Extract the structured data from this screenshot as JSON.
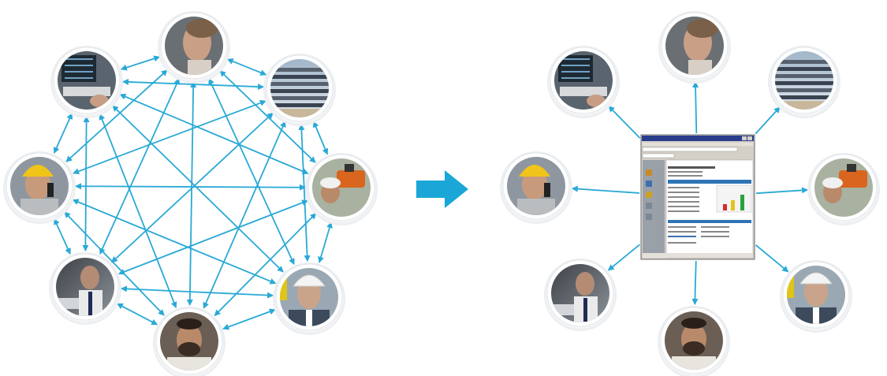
{
  "colors": {
    "arrow": "#29a9d6",
    "big_arrow": "#1aa7d8",
    "node_halo": "#f2f4f6",
    "node_ring": "#e3e6ea",
    "window_title": "#2a3c8c"
  },
  "left_diagram": {
    "style": "point-to-point",
    "nodes": [
      {
        "id": "person-phone-top",
        "icon": "person-on-phone-icon"
      },
      {
        "id": "building",
        "icon": "building-icon"
      },
      {
        "id": "surveyor",
        "icon": "surveyor-equipment-icon"
      },
      {
        "id": "engineer-hardhat",
        "icon": "engineer-hardhat-icon"
      },
      {
        "id": "bearded-man",
        "icon": "bearded-man-icon"
      },
      {
        "id": "man-on-phone",
        "icon": "businessman-phone-icon"
      },
      {
        "id": "construction-worker",
        "icon": "construction-worker-phone-icon"
      },
      {
        "id": "control-room",
        "icon": "control-room-icon"
      }
    ]
  },
  "transition_arrow": {
    "icon": "right-arrow-icon"
  },
  "right_diagram": {
    "style": "hub-and-spoke",
    "hub": {
      "icon": "software-window-icon"
    },
    "nodes": [
      {
        "id": "person-phone-top",
        "icon": "person-on-phone-icon"
      },
      {
        "id": "building",
        "icon": "building-icon"
      },
      {
        "id": "surveyor",
        "icon": "surveyor-equipment-icon"
      },
      {
        "id": "engineer-hardhat",
        "icon": "engineer-hardhat-icon"
      },
      {
        "id": "bearded-man",
        "icon": "bearded-man-icon"
      },
      {
        "id": "man-on-phone",
        "icon": "businessman-phone-icon"
      },
      {
        "id": "construction-worker",
        "icon": "construction-worker-phone-icon"
      },
      {
        "id": "control-room",
        "icon": "control-room-icon"
      }
    ]
  }
}
